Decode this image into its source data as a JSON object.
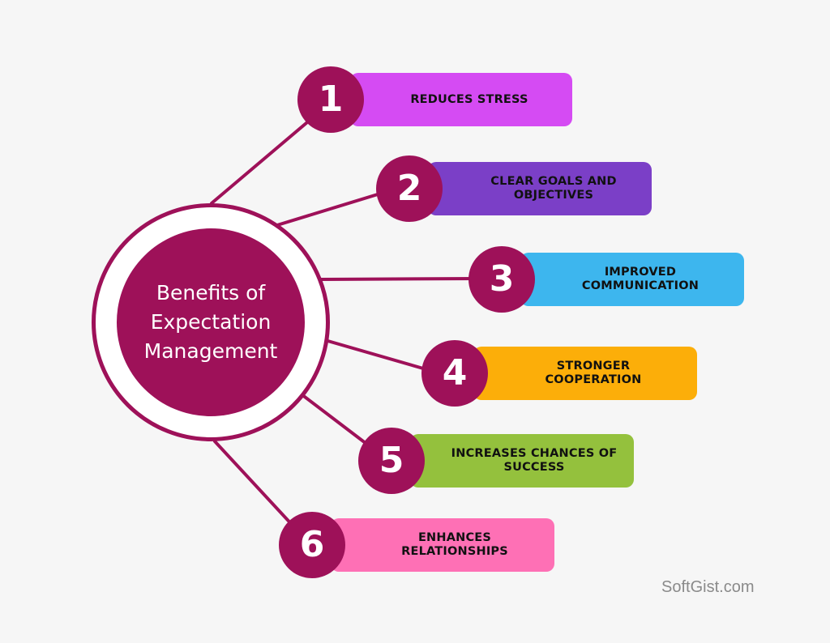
{
  "hub": {
    "title": "Benefits of Expectation Management",
    "color": "#9e1159"
  },
  "items": [
    {
      "number": "1",
      "label": "REDUCES STRESS",
      "color": "#d54bf3"
    },
    {
      "number": "2",
      "label": "CLEAR GOALS AND OBJECTIVES",
      "color": "#7b3fc7"
    },
    {
      "number": "3",
      "label": "IMPROVED COMMUNICATION",
      "color": "#3db6ee"
    },
    {
      "number": "4",
      "label": "STRONGER COOPERATION",
      "color": "#fcae09"
    },
    {
      "number": "5",
      "label": "INCREASES CHANCES OF SUCCESS",
      "color": "#94c13d"
    },
    {
      "number": "6",
      "label": "ENHANCES RELATIONSHIPS",
      "color": "#fe70b5"
    }
  ],
  "watermark": "SoftGist.com"
}
